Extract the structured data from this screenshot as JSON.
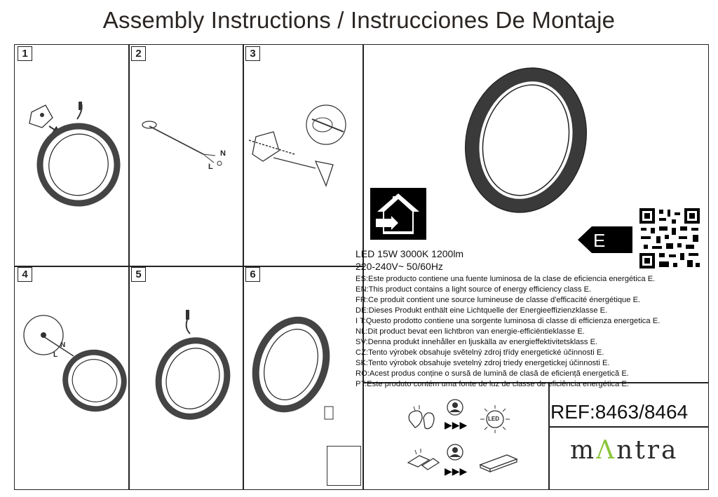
{
  "header": {
    "title": "Assembly Instructions / Instrucciones De Montaje"
  },
  "steps": [
    {
      "number": "1"
    },
    {
      "number": "2"
    },
    {
      "number": "3"
    },
    {
      "number": "4"
    },
    {
      "number": "5"
    },
    {
      "number": "6"
    }
  ],
  "wiring": {
    "neutral": "N",
    "live": "L"
  },
  "specs": {
    "line1": "LED 15W 3000K 1200lm",
    "line2": "220-240V~ 50/60Hz"
  },
  "energy_class": "E",
  "energy_statements": [
    "ES:Este producto contiene una fuente luminosa de la clase de eficiencia energética E.",
    "EN:This product contains a light source of energy efficiency class E.",
    "FR:Ce produit contient une source lumineuse de classe d'efficacité énergétique E.",
    "DE:Dieses Produkt enthält eine Lichtquelle der Energieeffizienzklasse E.",
    "I T:Questo prodotto contiene una sorgente luminosa di classe di efficienza energetica E.",
    "NL:Dit product bevat een lichtbron van energie-efficiëntieklasse E.",
    "SV:Denna produkt innehåller en ljuskälla av energieffektivitetsklass E.",
    "CZ:Tento výrobek obsahuje světelný zdroj třídy energetické účinnosti E.",
    "SK:Tento výrobok obsahuje svetelný zdroj triedy energetickej účinnosti E.",
    "RO:Acest produs conține o sursă de lumină de clasă de eficiență energetică E.",
    "PT:Este produto contém uma fonte de luz de classe de eficiência energética E."
  ],
  "icons": {
    "led_label": "LED",
    "led_label_small": "LED"
  },
  "reference": "REF:8463/8464",
  "brand": {
    "before": "m",
    "accent": "Λ",
    "after": "ntra",
    "accent_color": "#8cc63e"
  }
}
